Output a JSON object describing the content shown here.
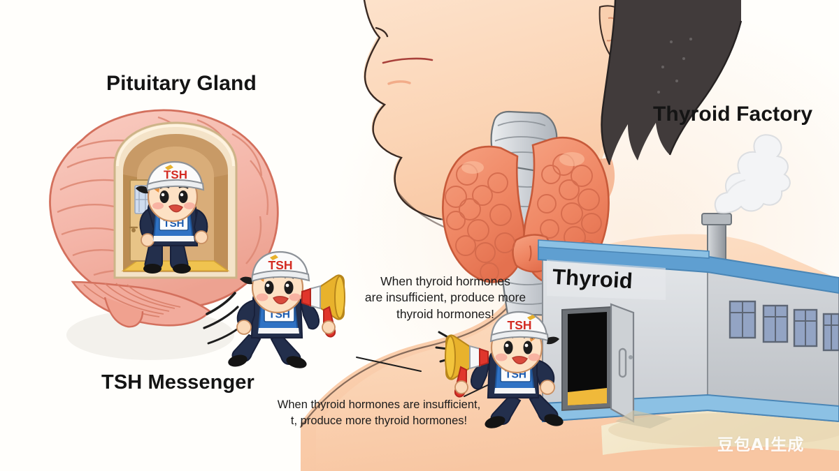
{
  "illustration": {
    "title_labels": {
      "pituitary": "Pituitary Gland",
      "thyroid_factory": "Thyroid Factory",
      "tsh_messenger": "TSH Messenger"
    },
    "speech": {
      "upper": "When thyroid hormones\nare insufficient, produce more\nthyroid hormones!",
      "lower": "When thyroid hormones are insufficient,\nt, produce more thyroid hormones!"
    },
    "factory_sign": "Thyroid",
    "character_badges": {
      "cap_text": "TSH",
      "vest_text": "TSH"
    },
    "watermark": "豆包AI生成",
    "colors": {
      "background": "#fffefb",
      "skin": "#fbd9bd",
      "skin_shadow": "#f6b897",
      "hair": "#3f3a3a",
      "brain_pink": "#f6bdb2",
      "brain_outline": "#d8715f",
      "thyroid_coral": "#f08a68",
      "trachea_gray": "#c9cdd2",
      "factory_wall": "#d4d7db",
      "factory_trim": "#5c9dd0",
      "vest_blue": "#2f72c4",
      "jacket_navy": "#23304e",
      "cap_white": "#fbfbfb",
      "cap_text_red": "#d32b22",
      "megaphone_red": "#e0362c",
      "megaphone_gold": "#e8b22c",
      "floor_yellow": "#f2c64b",
      "ink": "#141414"
    }
  }
}
